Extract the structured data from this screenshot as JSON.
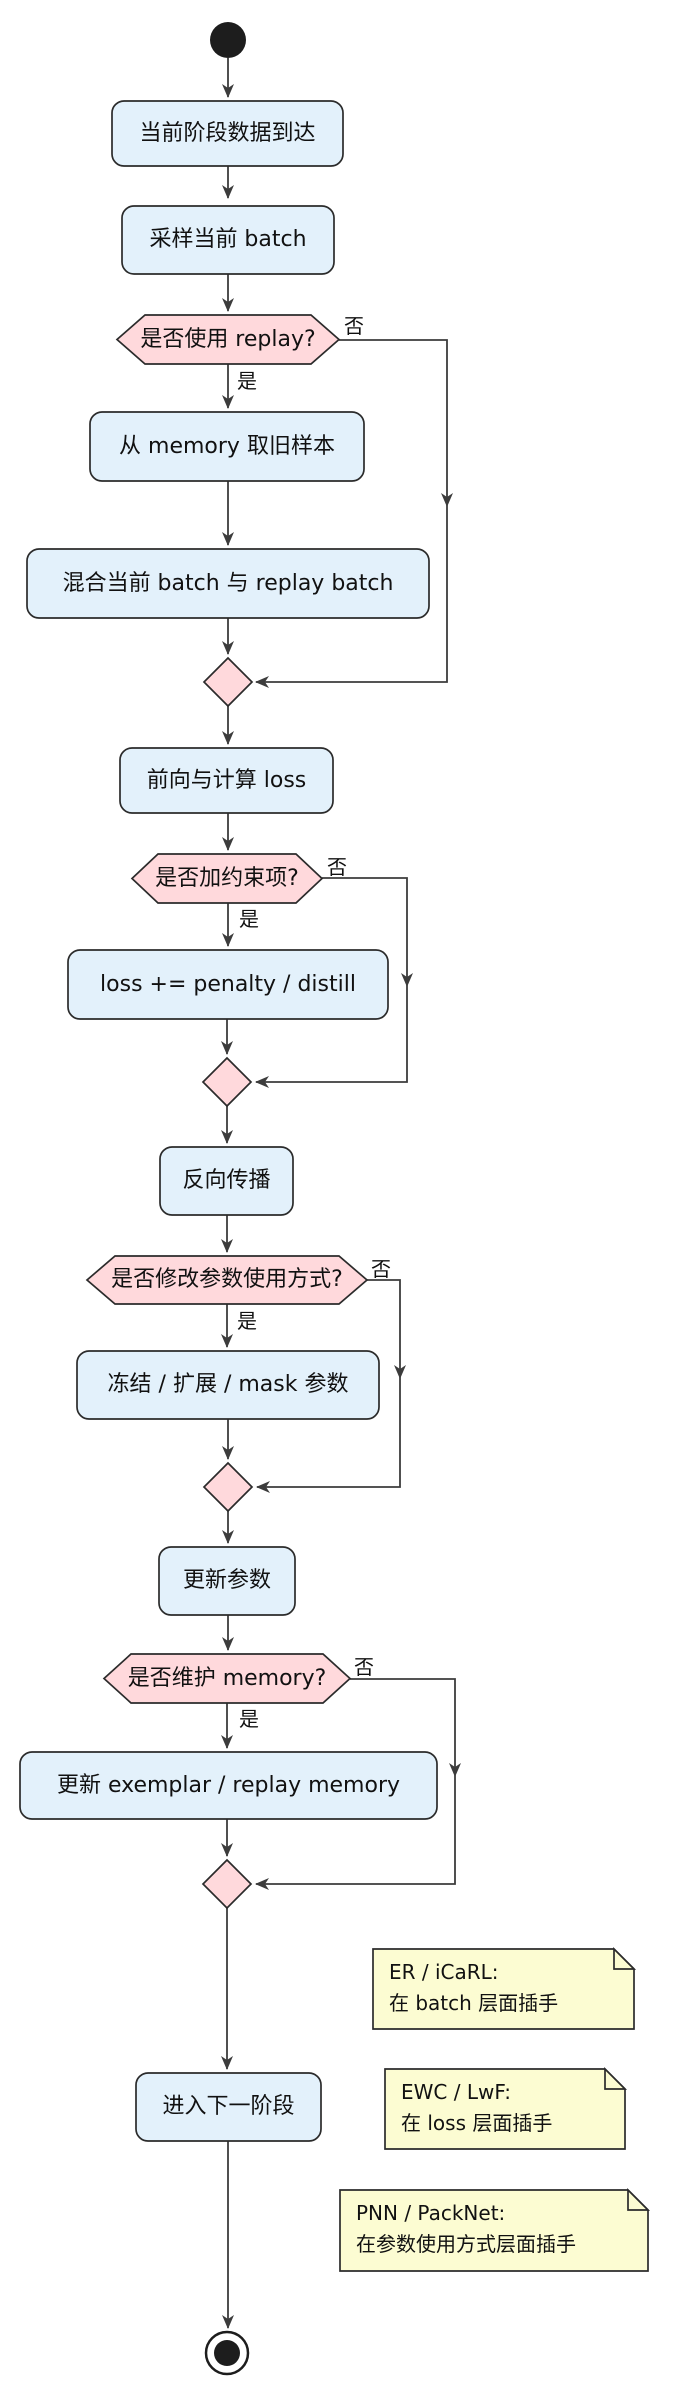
{
  "flow": {
    "activities": {
      "a1": "当前阶段数据到达",
      "a2": "采样当前 batch",
      "a3": "从 memory 取旧样本",
      "a4": "混合当前 batch 与 replay batch",
      "a5": "前向与计算 loss",
      "a6": "loss += penalty / distill",
      "a7": "反向传播",
      "a8": "冻结 / 扩展 / mask 参数",
      "a9": "更新参数",
      "a10": "更新 exemplar / replay memory",
      "a11": "进入下一阶段"
    },
    "decisions": {
      "d1": "是否使用 replay?",
      "d2": "是否加约束项?",
      "d3": "是否修改参数使用方式?",
      "d4": "是否维护 memory?"
    },
    "labels": {
      "yes": "是",
      "no": "否"
    },
    "notes": {
      "n1": {
        "line1": "ER / iCaRL:",
        "line2": "在 batch 层面插手"
      },
      "n2": {
        "line1": "EWC / LwF:",
        "line2": "在 loss 层面插手"
      },
      "n3": {
        "line1": "PNN / PackNet:",
        "line2": "在参数使用方式层面插手"
      }
    },
    "colors": {
      "activity_fill": "#e3f1fb",
      "decision_fill": "#ffd9dc",
      "note_fill": "#fcfcd2",
      "start_end_fill": "#1d1d1d",
      "end_ring_fill": "#ffffff",
      "line": "#3c3c3c"
    }
  }
}
